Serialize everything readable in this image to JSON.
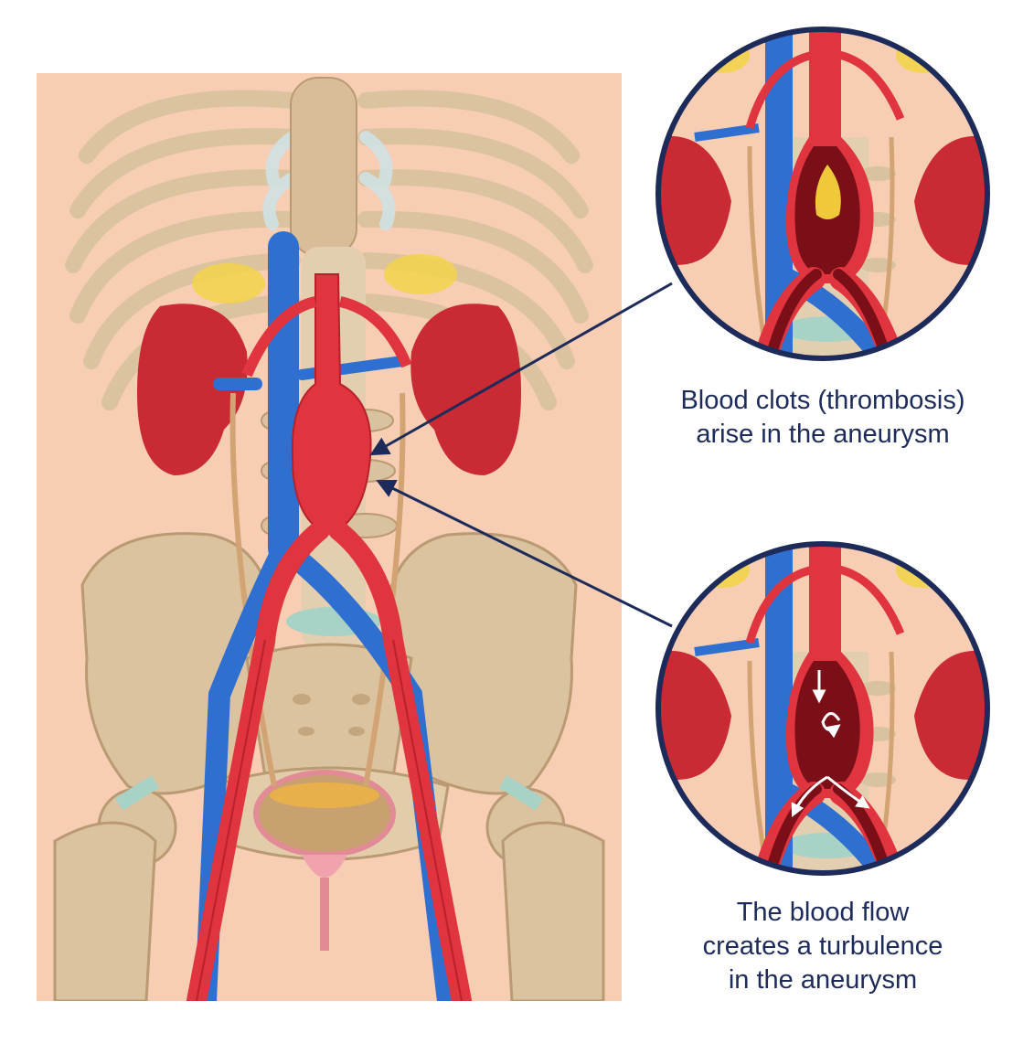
{
  "colors": {
    "ink": "#1d2b5a",
    "skin": "#f5c4a7",
    "bone": "#dcc3a0",
    "bone_shade": "#b99a72",
    "artery": "#e0343f",
    "artery_dark": "#9e1620",
    "vein": "#2f6fd0",
    "kidney": "#c92a34",
    "adrenal": "#f2d44a",
    "cartilage": "#a9d2c6",
    "clot": "#f0c93a",
    "lumen": "#7a0f17"
  },
  "captions": {
    "thrombosis": {
      "line1": "Blood clots (thrombosis)",
      "line2": "arise in the aneurysm"
    },
    "turbulence": {
      "line1": "The blood flow",
      "line2": "creates a turbulence",
      "line3": "in the aneurysm"
    }
  },
  "insets": [
    {
      "id": "thrombosis-detail",
      "shows": "clot"
    },
    {
      "id": "turbulence-detail",
      "shows": "flow-arrows"
    }
  ]
}
